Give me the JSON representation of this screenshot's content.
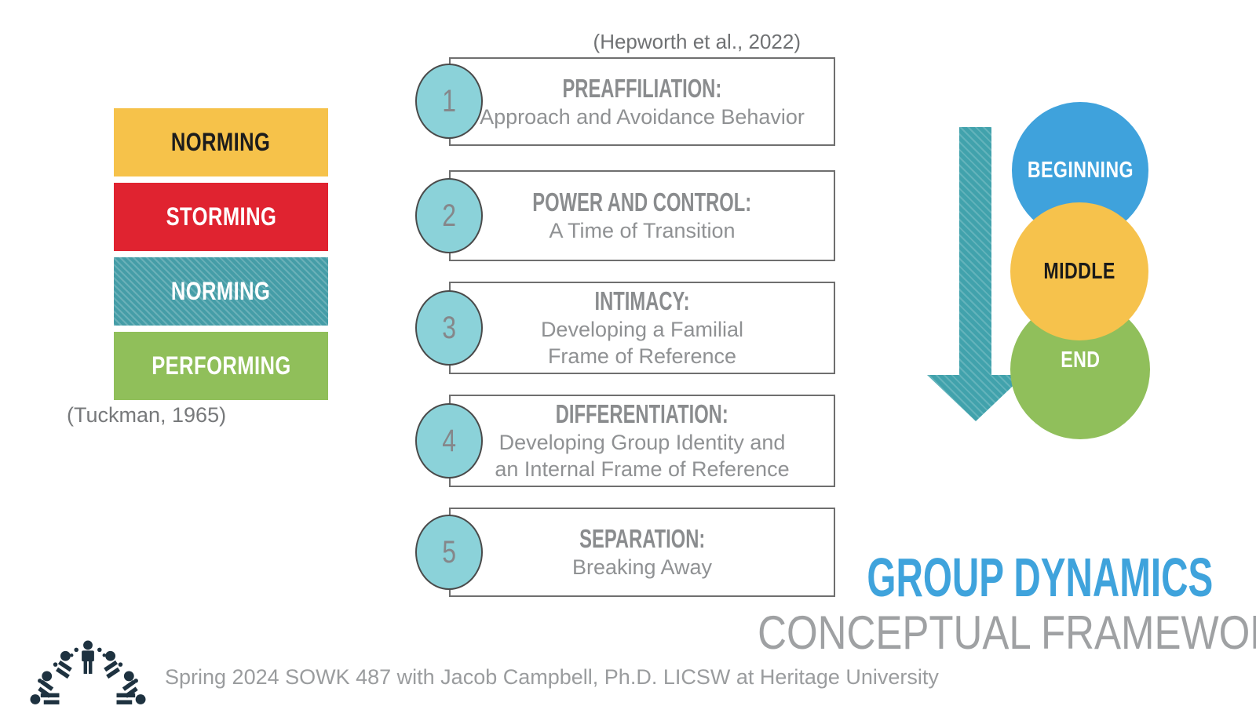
{
  "tuckman": {
    "caption": "(Tuckman, 1965)",
    "stages": [
      {
        "label": "NORMING",
        "color": "#F6C24A",
        "text_color": "#1c1c1c",
        "striped": false
      },
      {
        "label": "STORMING",
        "color": "#E02330",
        "text_color": "#ffffff",
        "striped": false
      },
      {
        "label": "NORMING",
        "color": "#459DA7",
        "text_color": "#ffffff",
        "striped": true
      },
      {
        "label": "PERFORMING",
        "color": "#90BF5A",
        "text_color": "#ffffff",
        "striped": false
      }
    ]
  },
  "hepworth": {
    "citation": "(Hepworth et al., 2022)",
    "stages": [
      {
        "number": "1",
        "title": "PREAFFILIATION:",
        "lines": [
          "Approach and Avoidance Behavior"
        ]
      },
      {
        "number": "2",
        "title": "POWER AND CONTROL:",
        "lines": [
          "A Time of Transition"
        ]
      },
      {
        "number": "3",
        "title": "INTIMACY:",
        "lines": [
          "Developing a Familial",
          "Frame of Reference"
        ]
      },
      {
        "number": "4",
        "title": "DIFFERENTIATION:",
        "lines": [
          "Developing Group Identity and",
          "an Internal Frame of Reference"
        ]
      },
      {
        "number": "5",
        "title": "SEPARATION:",
        "lines": [
          "Breaking Away"
        ]
      }
    ]
  },
  "timeline": {
    "arrow_icon": "down-arrow-icon",
    "arrow_color": "#41A2AC",
    "phases": [
      {
        "label": "BEGINNING",
        "color": "#3FA2DC",
        "text_color": "#ffffff"
      },
      {
        "label": "MIDDLE",
        "color": "#F6C24C",
        "text_color": "#1a1a1a"
      },
      {
        "label": "END",
        "color": "#90BF5B",
        "text_color": "#ffffff"
      }
    ]
  },
  "title": {
    "main": "GROUP DYNAMICS",
    "main_color": "#3FA3DC",
    "sub": "CONCEPTUAL FRAMEWORK",
    "sub_color": "#9FA1A3"
  },
  "footer": {
    "text": "Spring 2024 SOWK 487 with Jacob Campbell, Ph.D. LICSW at Heritage University",
    "logo_icon": "group-of-people-logo",
    "logo_color": "#1E3240"
  }
}
